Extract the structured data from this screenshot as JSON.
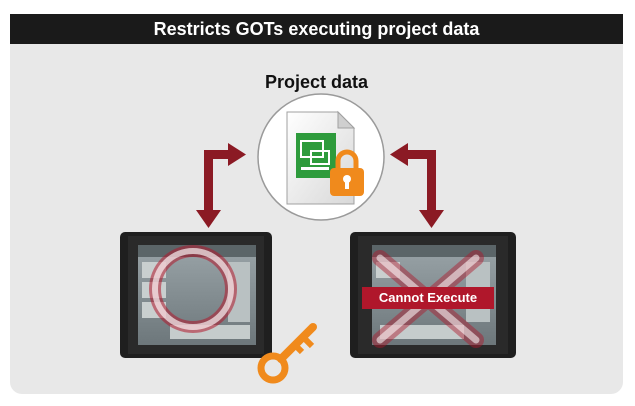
{
  "header": {
    "title": "Restricts GOTs executing project data"
  },
  "diagram": {
    "subtitle": "Project data",
    "cannot_execute_label": "Cannot Execute",
    "icons": {
      "project_file": "spreadsheet-file-icon",
      "lock": "padlock-icon",
      "key": "key-icon",
      "allowed": "circle-ok-mark",
      "denied": "x-mark"
    },
    "colors": {
      "header_bg": "#1a1a1a",
      "panel_bg": "#e8e8e8",
      "arrow": "#8b1a24",
      "accent_orange": "#f08a1c",
      "deny_red": "#b0172b",
      "file_green": "#2e9b3c"
    }
  }
}
